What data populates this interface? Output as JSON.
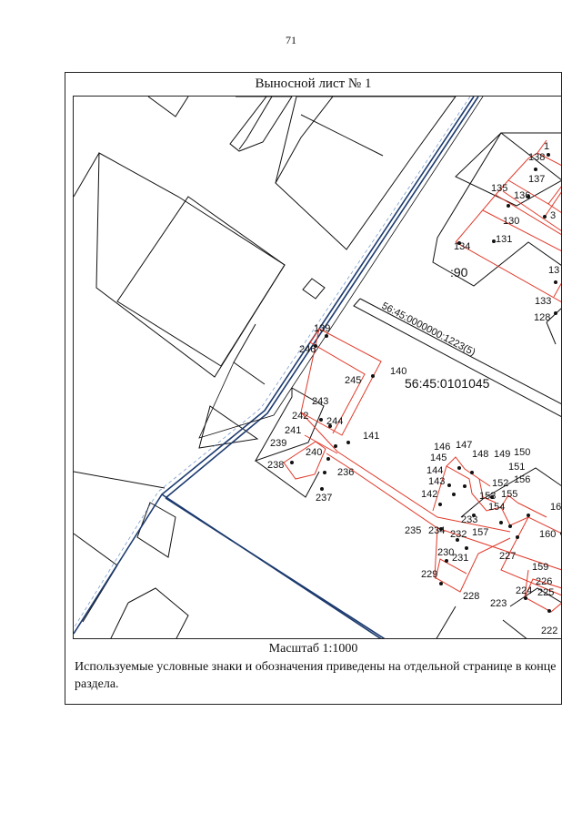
{
  "page": {
    "number": "71"
  },
  "sheet": {
    "title": "Выносной лист № 1",
    "scale": "Масштаб 1:1000",
    "note": "Используемые условные знаки и обозначения приведены на отдельной странице в конце раздела."
  },
  "map": {
    "cadastral_block": "56:45:0101045",
    "parcel_label": ":90",
    "road_parcel": "56:45:0000000:1223(5)",
    "line_colors": {
      "boundary": "#e03a2a",
      "road": "#1c3a6e",
      "contour": "#111111"
    },
    "point_labels": {
      "p1": "1",
      "p138": "138",
      "p137": "137",
      "p135": "135",
      "p136": "136",
      "p3": "3",
      "p130": "130",
      "p134": "134",
      "p131": "131",
      "p13": "13",
      "p133": "133",
      "p128": "128",
      "p139": "139",
      "p246": "246",
      "p245": "245",
      "p140": "140",
      "p243": "243",
      "p242": "242",
      "p244": "244",
      "p241": "241",
      "p141": "141",
      "p239": "239",
      "p240": "240",
      "p238": "238",
      "p236": "236",
      "p237": "237",
      "p146": "146",
      "p147": "147",
      "p145": "145",
      "p148": "148",
      "p149": "149",
      "p150": "150",
      "p151": "151",
      "p144": "144",
      "p143": "143",
      "p152": "152",
      "p156": "156",
      "p142": "142",
      "p153": "153",
      "p155": "155",
      "p154": "154",
      "p16": "16",
      "p233": "233",
      "p235": "235",
      "p234": "234",
      "p232": "232",
      "p157": "157",
      "p160": "160",
      "p230": "230",
      "p231": "231",
      "p227": "227",
      "p159": "159",
      "p229": "229",
      "p226": "226",
      "p224": "224",
      "p225": "225",
      "p228": "228",
      "p223": "223",
      "p222": "222"
    }
  }
}
